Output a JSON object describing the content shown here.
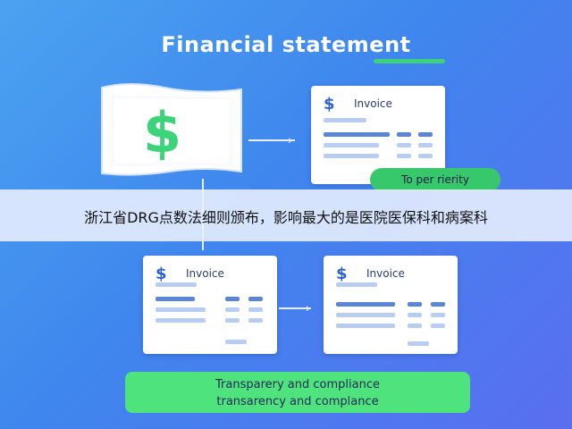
{
  "header": {
    "title": "Financial statement"
  },
  "bill": {
    "symbol": "$",
    "color": "#3dd37a"
  },
  "invoices": [
    {
      "symbol": "$",
      "label": "Invoice"
    },
    {
      "symbol": "$",
      "label": "Invoice"
    },
    {
      "symbol": "$",
      "label": "Invoice"
    }
  ],
  "priority_badge": {
    "text": "To per rierity"
  },
  "banner": {
    "text": "浙江省DRG点数法细则颁布，影响最大的是医院医保科和病案科"
  },
  "footer_box": {
    "line1": "Transparery and compliance",
    "line2": "transarency and complance"
  },
  "colors": {
    "accent_green": "#3dd37a",
    "background_blue": "#3f86ee",
    "icon_blue": "#2b63d8"
  }
}
